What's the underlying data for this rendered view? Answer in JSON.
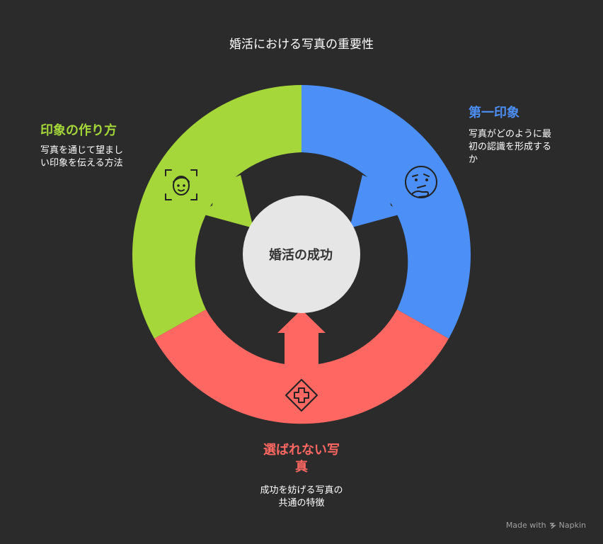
{
  "title": "婚活における写真の重要性",
  "center": {
    "label": "婚活の成功"
  },
  "segments": [
    {
      "id": "impression-making",
      "heading": "印象の作り方",
      "description_lines": [
        "写真を通じて望まし",
        "い印象を伝える方法"
      ],
      "color": "#a5d63a",
      "icon": "face-scan-icon"
    },
    {
      "id": "first-impression",
      "heading": "第一印象",
      "description_lines": [
        "写真がどのように最",
        "初の認識を形成する",
        "か"
      ],
      "color": "#4b8ff7",
      "icon": "thinking-face-icon"
    },
    {
      "id": "unselected-photos",
      "heading_lines": [
        "選ばれない写",
        "真"
      ],
      "description_lines": [
        "成功を妨げる写真の",
        "共通の特徴"
      ],
      "color": "#ff6762",
      "icon": "first-aid-diamond-icon"
    }
  ],
  "center_color": "#e6e6e6",
  "footer": {
    "made_with": "Made with",
    "brand": "Napkin"
  }
}
